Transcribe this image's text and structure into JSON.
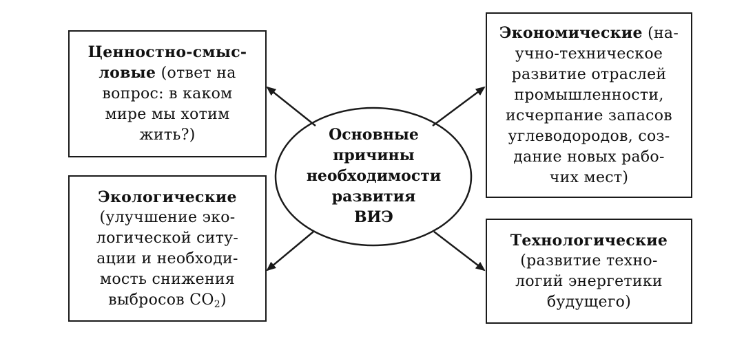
{
  "center": {
    "lines": [
      "Основные",
      "причины",
      "необходимости",
      "развития",
      "ВИЭ"
    ]
  },
  "boxes": {
    "top_left": {
      "heading": "Ценностно-смыс-",
      "line2_bold": "ловые",
      "line2_rest": " (ответ на",
      "rest": [
        "вопрос: в каком",
        "мире мы хотим",
        "жить?)"
      ]
    },
    "bottom_left": {
      "heading": "Экологические",
      "rest": [
        "(улучшение эко-",
        "логической ситу-",
        "ации и необходи-"
      ],
      "line5": "мость снижения",
      "line6_text": "выбросов CO",
      "line6_sub": "2",
      "line6_end": ")"
    },
    "top_right": {
      "heading": "Экономические",
      "heading_rest": " (на-",
      "rest": [
        "учно-техническое",
        "развитие отраслей",
        "промышленности,",
        "исчерпание запасов",
        "углеводородов, соз-",
        "дание новых рабо-",
        "чих мест)"
      ]
    },
    "bottom_right": {
      "heading": "Технологические",
      "rest": [
        "(развитие техно-",
        "логий энергетики",
        "будущего)"
      ]
    }
  },
  "colors": {
    "stroke": "#1a1a1a",
    "background": "#ffffff",
    "text": "#111111"
  }
}
